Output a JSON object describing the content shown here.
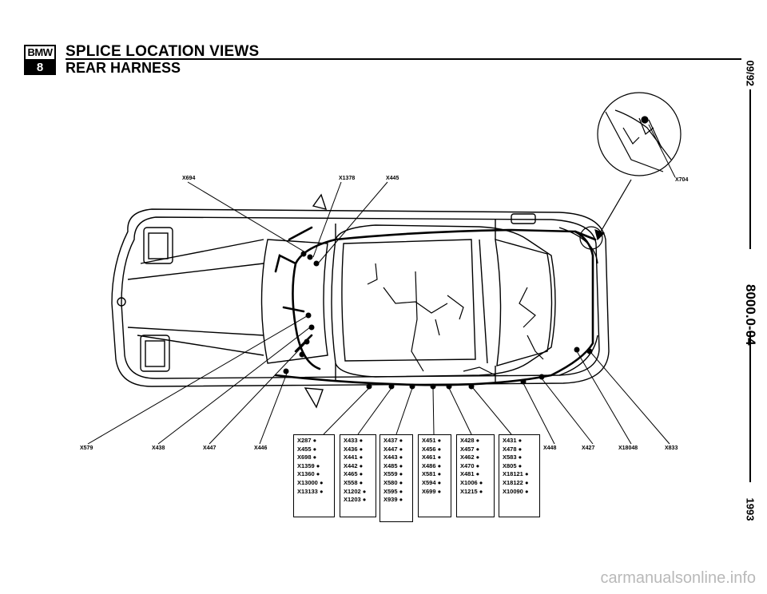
{
  "header": {
    "logo_top": "BMW",
    "logo_bottom": "8",
    "title": "SPLICE LOCATION VIEWS",
    "subtitle": "REAR HARNESS"
  },
  "side": {
    "date": "09/92",
    "code": "8000.0-04",
    "year": "1993"
  },
  "callouts_top": [
    "X694",
    "X1378",
    "X445",
    "X704"
  ],
  "callouts_bottom": [
    "X579",
    "X438",
    "X447",
    "X446",
    "X448",
    "X427",
    "X18048",
    "X833"
  ],
  "boxes": [
    [
      "X287 ●",
      "X455 ●",
      "X698 ●",
      "X1359 ●",
      "X1360 ●",
      "X13000 ●",
      "X13133 ●"
    ],
    [
      "X433 ●",
      "X436 ●",
      "X441 ●",
      "X442 ●",
      "X465 ●",
      "X558 ●",
      "X1202 ●",
      "X1203 ●"
    ],
    [
      "X437 ●",
      "X447 ●",
      "X443 ●",
      "X485 ●",
      "X559 ●",
      "X580 ●",
      "X595 ●",
      "X939 ●"
    ],
    [
      "X451 ●",
      "X456 ●",
      "X461 ●",
      "X486 ●",
      "X581 ●",
      "X594 ●",
      "X699 ●"
    ],
    [
      "X428 ●",
      "X457 ●",
      "X462 ●",
      "X470 ●",
      "X481 ●",
      "X1006 ●",
      "X1215 ●"
    ],
    [
      "X431 ●",
      "X478 ●",
      "X583 ●",
      "X805 ●",
      "X18121 ●",
      "X18122 ●",
      "X10090 ●"
    ]
  ],
  "footer": "carmanualsonline.info"
}
